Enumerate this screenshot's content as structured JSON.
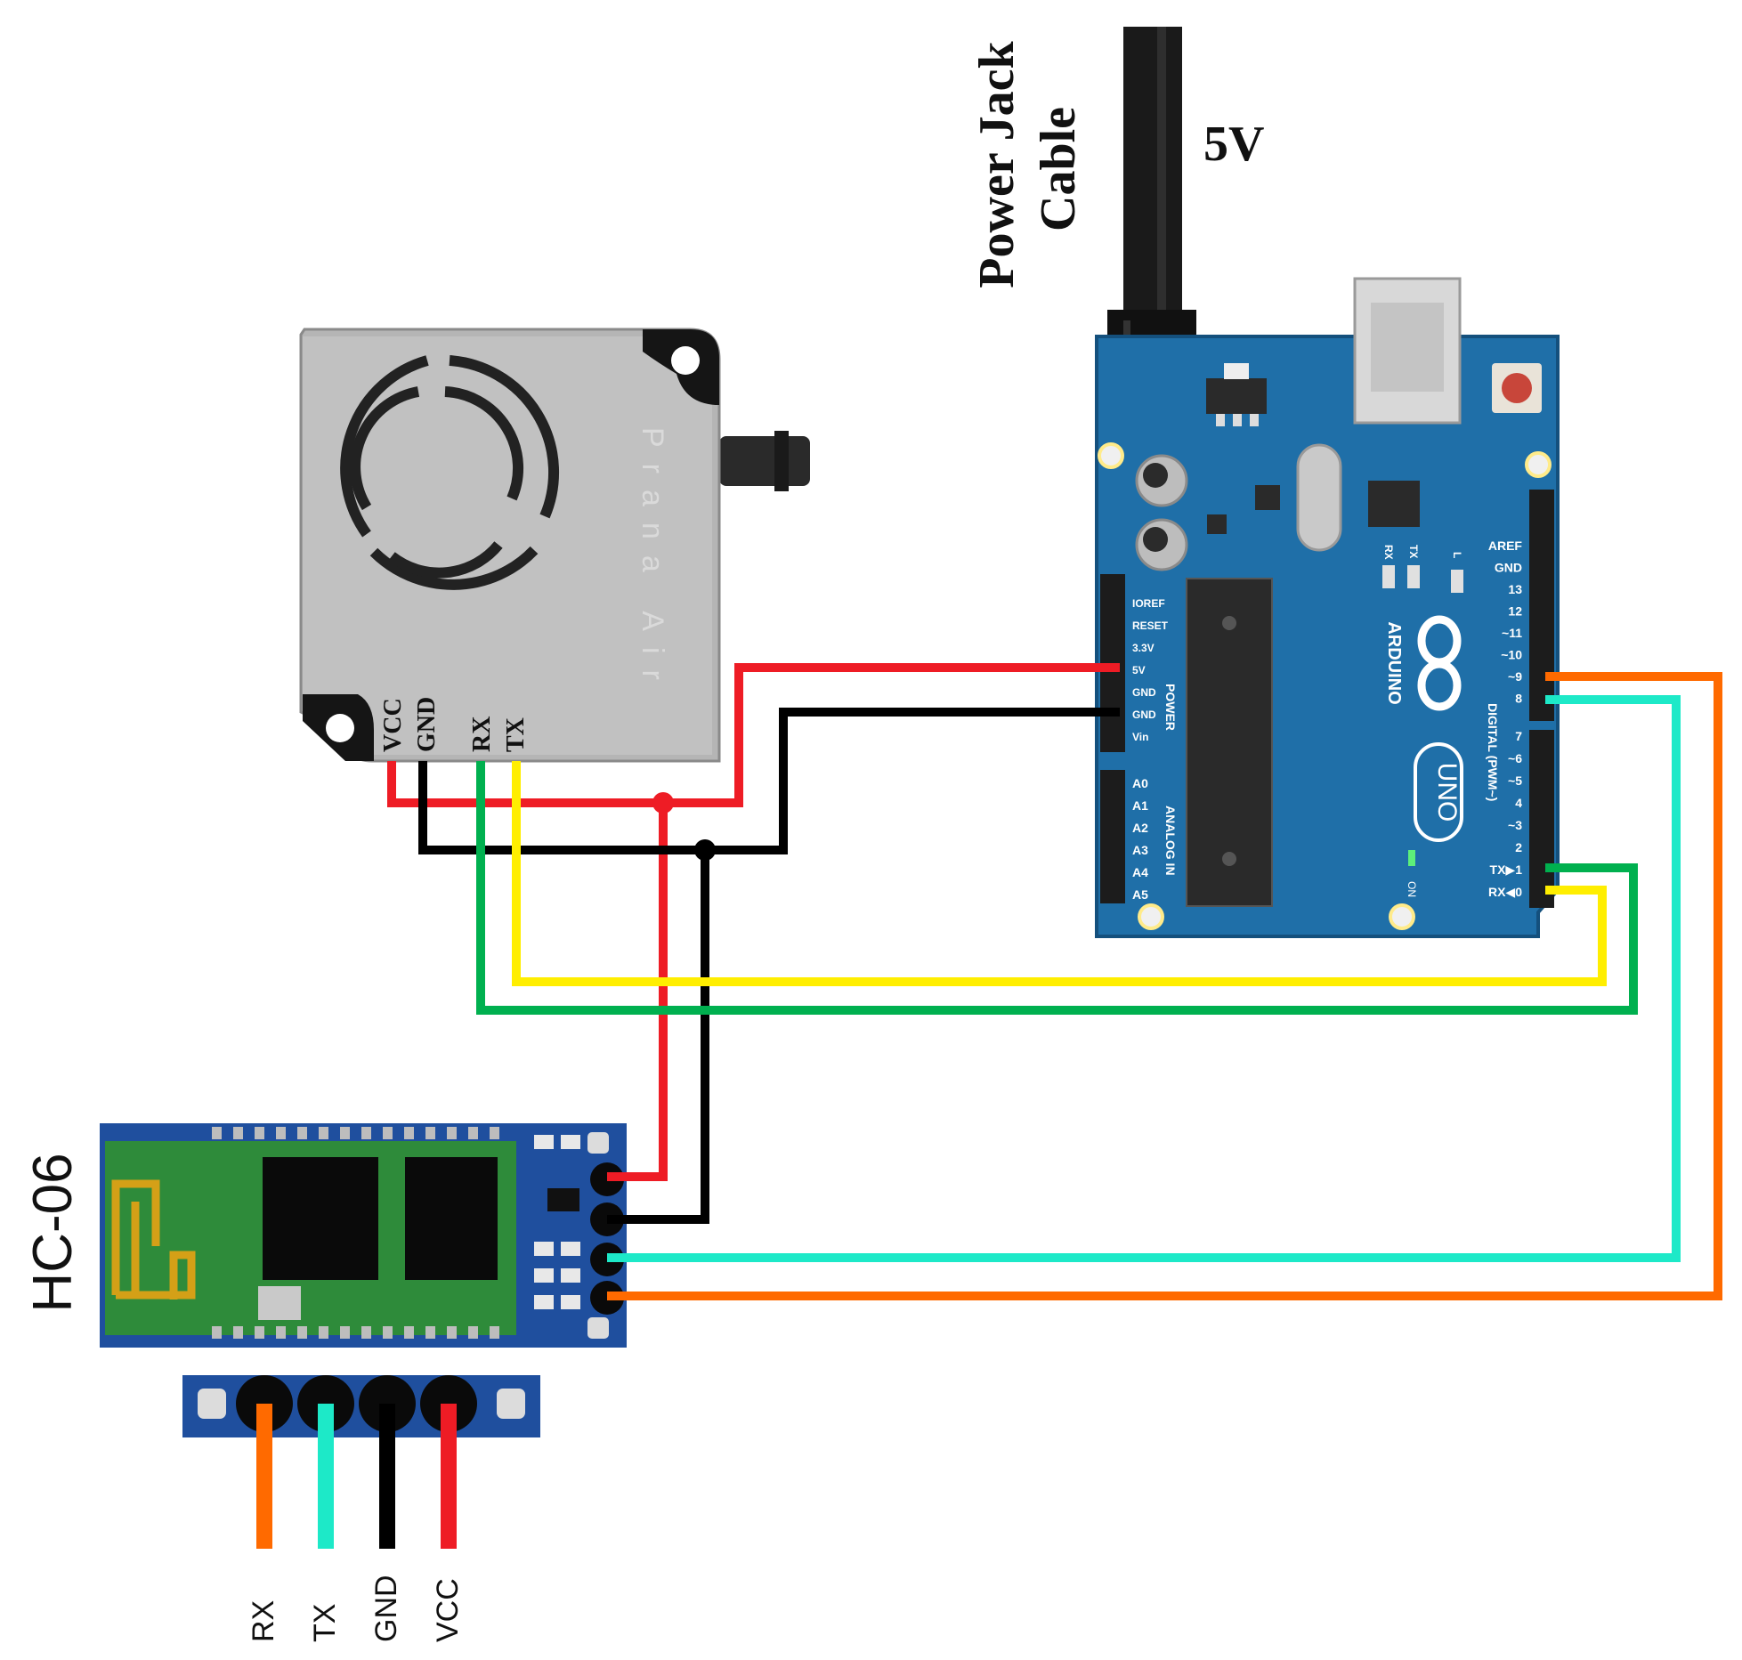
{
  "power": {
    "cable_label_line1": "Power Jack",
    "cable_label_line2": "Cable",
    "voltage_label": "5V"
  },
  "sensor": {
    "brand": "Prana Air",
    "pins": [
      "VCC",
      "GND",
      "RX",
      "TX"
    ]
  },
  "arduino": {
    "brand": "ARDUINO",
    "model": "UNO",
    "on_label": "ON",
    "led_labels": [
      "RX",
      "TX",
      "L"
    ],
    "power_header_title": "POWER",
    "power_pins": [
      "IOREF",
      "RESET",
      "3.3V",
      "5V",
      "GND",
      "GND",
      "Vin"
    ],
    "analog_header_title": "ANALOG IN",
    "analog_pins": [
      "A0",
      "A1",
      "A2",
      "A3",
      "A4",
      "A5"
    ],
    "digital_header_title": "DIGITAL (PWM~)",
    "digital_pins_top": [
      "AREF",
      "GND",
      "13",
      "12",
      "~11",
      "~10",
      "~9",
      "8"
    ],
    "digital_pins_bottom": [
      "7",
      "~6",
      "~5",
      "4",
      "~3",
      "2",
      "TX▶1",
      "RX◀0"
    ]
  },
  "bluetooth": {
    "module_name": "HC-06",
    "pins": [
      "RX",
      "TX",
      "GND",
      "VCC"
    ]
  },
  "colors": {
    "wire_5v": "#ee1c25",
    "wire_gnd": "#000000",
    "wire_green": "#00b04f",
    "wire_yellow": "#ffee00",
    "wire_orange": "#ff6a00",
    "wire_cyan": "#1de9c8",
    "board_blue": "#1f6fa8",
    "hc06_pcb": "#2e8b3a"
  }
}
